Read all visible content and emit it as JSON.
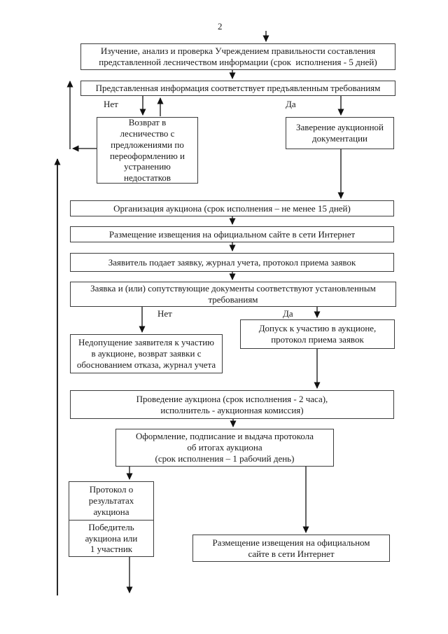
{
  "page": {
    "number": "2"
  },
  "decision_labels": {
    "no1": "Нет",
    "yes1": "Да",
    "no2": "Нет",
    "yes2": "Да"
  },
  "boxes": {
    "study": "Изучение, анализ и проверка Учреждением правильности составления\nпредставленной лесничеством информации (срок  исполнения - 5 дней)",
    "info_check": "Представленная информация соответствует предъявленным требованиям",
    "return_to_forestry": "Возврат в\nлесничество с\nпредложениями по\nпереоформлению и\nустранению\nнедостатков",
    "certify_docs": "Заверение аукционной\nдокументации",
    "organize_auction": "Организация аукциона (срок исполнения – не менее 15 дней)",
    "publish_notice_1": "Размещение извещения на официальном сайте в сети Интернет",
    "submit_application": "Заявитель подает заявку, журнал учета, протокол приема заявок",
    "application_check": "Заявка и (или) сопутствующие документы соответствуют установленным\nтребованиям",
    "reject_applicant": "Недопущение заявителя к участию\nв аукционе, возврат заявки с\nобоснованием отказа, журнал учета",
    "admit_applicant": "Допуск к участию в аукционе,\nпротокол приема заявок",
    "conduct_auction": "Проведение аукциона (срок исполнения - 2 часа),\nисполнитель - аукционная комиссия)",
    "issue_protocol": "Оформление, подписание и выдача протокола\nоб итогах аукциона\n(срок исполнения – 1 рабочий день)",
    "results_protocol": "Протокол о\nрезультатах\nаукциона",
    "winner": "Победитель\nаукциона или\n1 участник",
    "publish_notice_2": "Размещение извещения на официальном\nсайте в сети Интернет"
  }
}
